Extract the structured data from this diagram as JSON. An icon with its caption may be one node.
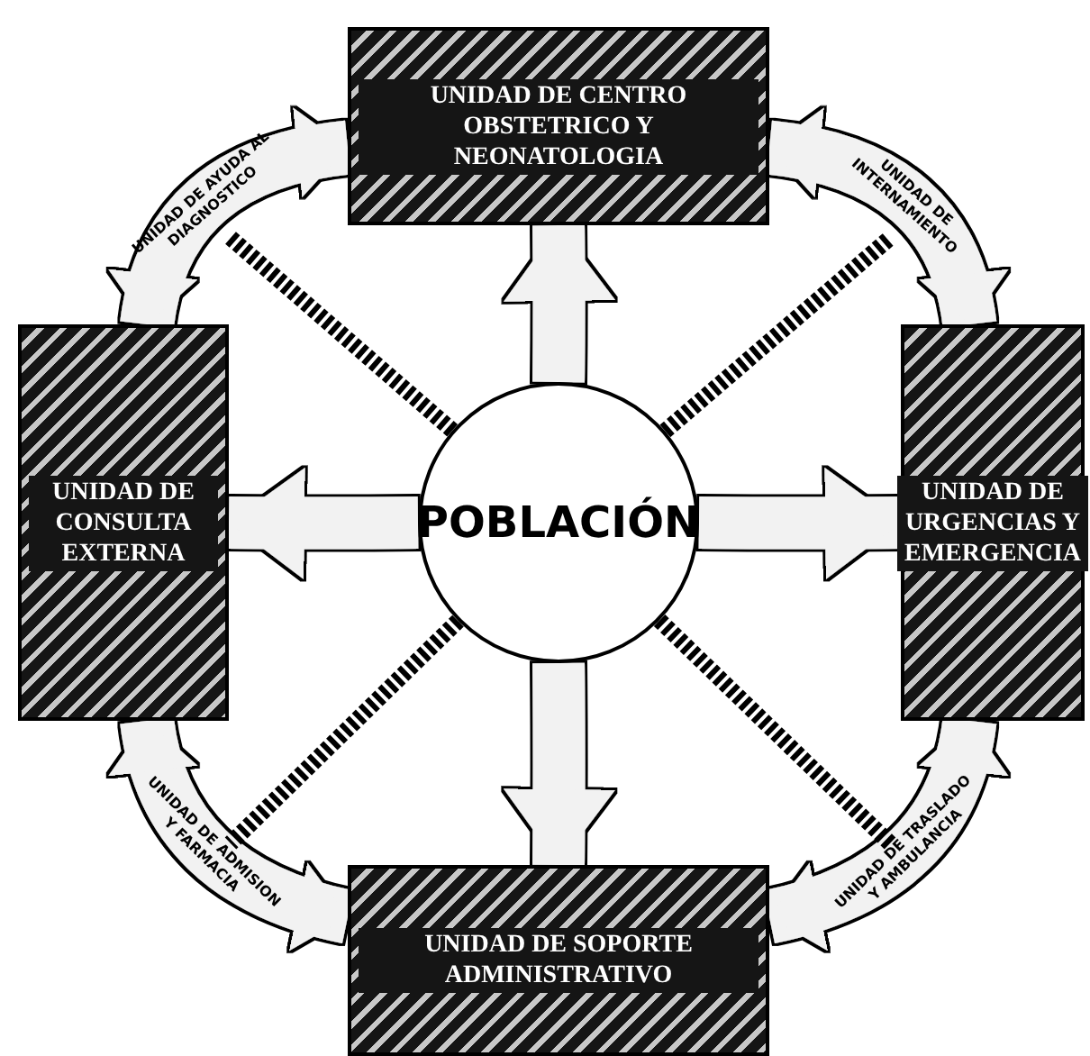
{
  "diagram": {
    "nodes": [
      {
        "text": [
          "UNIDAD DE CENTRO OBSTETRICO Y NEONATOLOGIA"
        ]
      },
      {
        "text": [
          "UNIDAD DE CONSULTA EXTERNA"
        ]
      },
      {
        "text": [
          "POBLACIÓN"
        ]
      },
      {
        "text": [
          "UNIDAD DE URGENCIAS Y EMERGENCIA"
        ]
      },
      {
        "text": [
          "UNIDAD DE SOPORTE ADMINISTRATIVO"
        ]
      }
    ],
    "edges": [
      {
        "from": 2,
        "to": 0,
        "arrow": "to"
      },
      {
        "from": 2,
        "to": 1,
        "arrow": "to"
      },
      {
        "from": 2,
        "to": 3,
        "arrow": "to"
      },
      {
        "from": 2,
        "to": 4,
        "arrow": "to"
      },
      {
        "from": 1,
        "to": 0,
        "arrow": "both",
        "label": "UNIDAD DE AYUDA AL DIAGNOSTICO"
      },
      {
        "from": 0,
        "to": 3,
        "arrow": "both",
        "label": "UNIDAD DE INTERNAMIENTO"
      },
      {
        "from": 1,
        "to": 4,
        "arrow": "both",
        "label": "UNIDAD DE ADMISION Y FARMACIA"
      },
      {
        "from": 4,
        "to": 3,
        "arrow": "both",
        "label": "UNIDAD DE TRASLADO Y AMBULANCIA"
      },
      {
        "from": 2,
        "to": null,
        "arrow": "none",
        "style": "dashed",
        "color": "#000000"
      },
      {
        "from": 2,
        "to": null,
        "arrow": "none",
        "style": "dashed",
        "color": "#000000"
      },
      {
        "from": 2,
        "to": null,
        "arrow": "none",
        "style": "dashed",
        "color": "#000000"
      },
      {
        "from": 2,
        "to": null,
        "arrow": "none",
        "style": "dashed",
        "color": "#000000"
      }
    ]
  }
}
